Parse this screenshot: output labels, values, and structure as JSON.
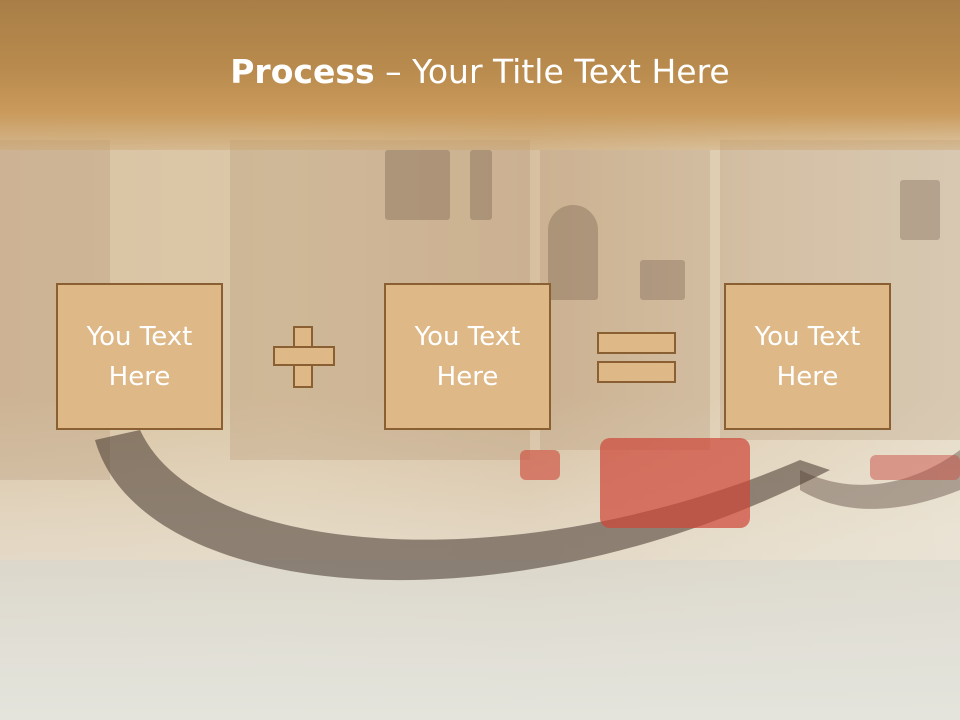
{
  "slide": {
    "title_bold": "Process",
    "title_rest": " – Your Title Text Here",
    "boxes": [
      {
        "text": "You Text Here"
      },
      {
        "text": "You Text Here"
      },
      {
        "text": "You Text Here"
      }
    ],
    "operators": [
      "plus",
      "equals"
    ],
    "colors": {
      "title_bar": "#b88a4d",
      "box_fill": "#deb887",
      "box_border": "#8a5f32",
      "text": "#ffffff"
    }
  }
}
